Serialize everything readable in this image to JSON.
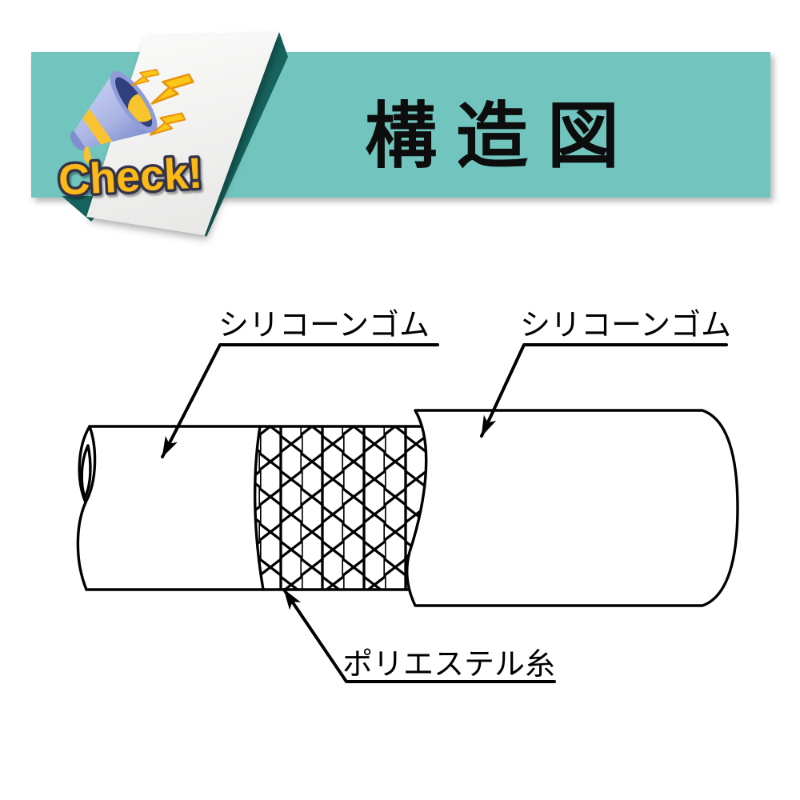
{
  "banner": {
    "title": "構造図"
  },
  "badge": {
    "label": "Check!",
    "icons": [
      "megaphone-icon",
      "lightning-bolt-icon"
    ]
  },
  "diagram": {
    "type": "hose-structure-cutaway",
    "labels": {
      "inner": "シリコーンゴム",
      "outer": "シリコーンゴム",
      "reinforcement": "ポリエステル糸"
    }
  },
  "colors": {
    "banner_teal": "#71c5be",
    "fold_dark_teal": "#16635e",
    "paper_white": "#f5f5f4",
    "title_black": "#0d0d0d",
    "check_fill": "#fcb916",
    "check_outline": "#32324a",
    "bolt_fill": "#fdc717",
    "bolt_outline": "#e8940f",
    "megaphone_body": "#a9b4e2",
    "megaphone_dark": "#30407c",
    "megaphone_accent": "#f8c232",
    "line_black": "#000000"
  }
}
